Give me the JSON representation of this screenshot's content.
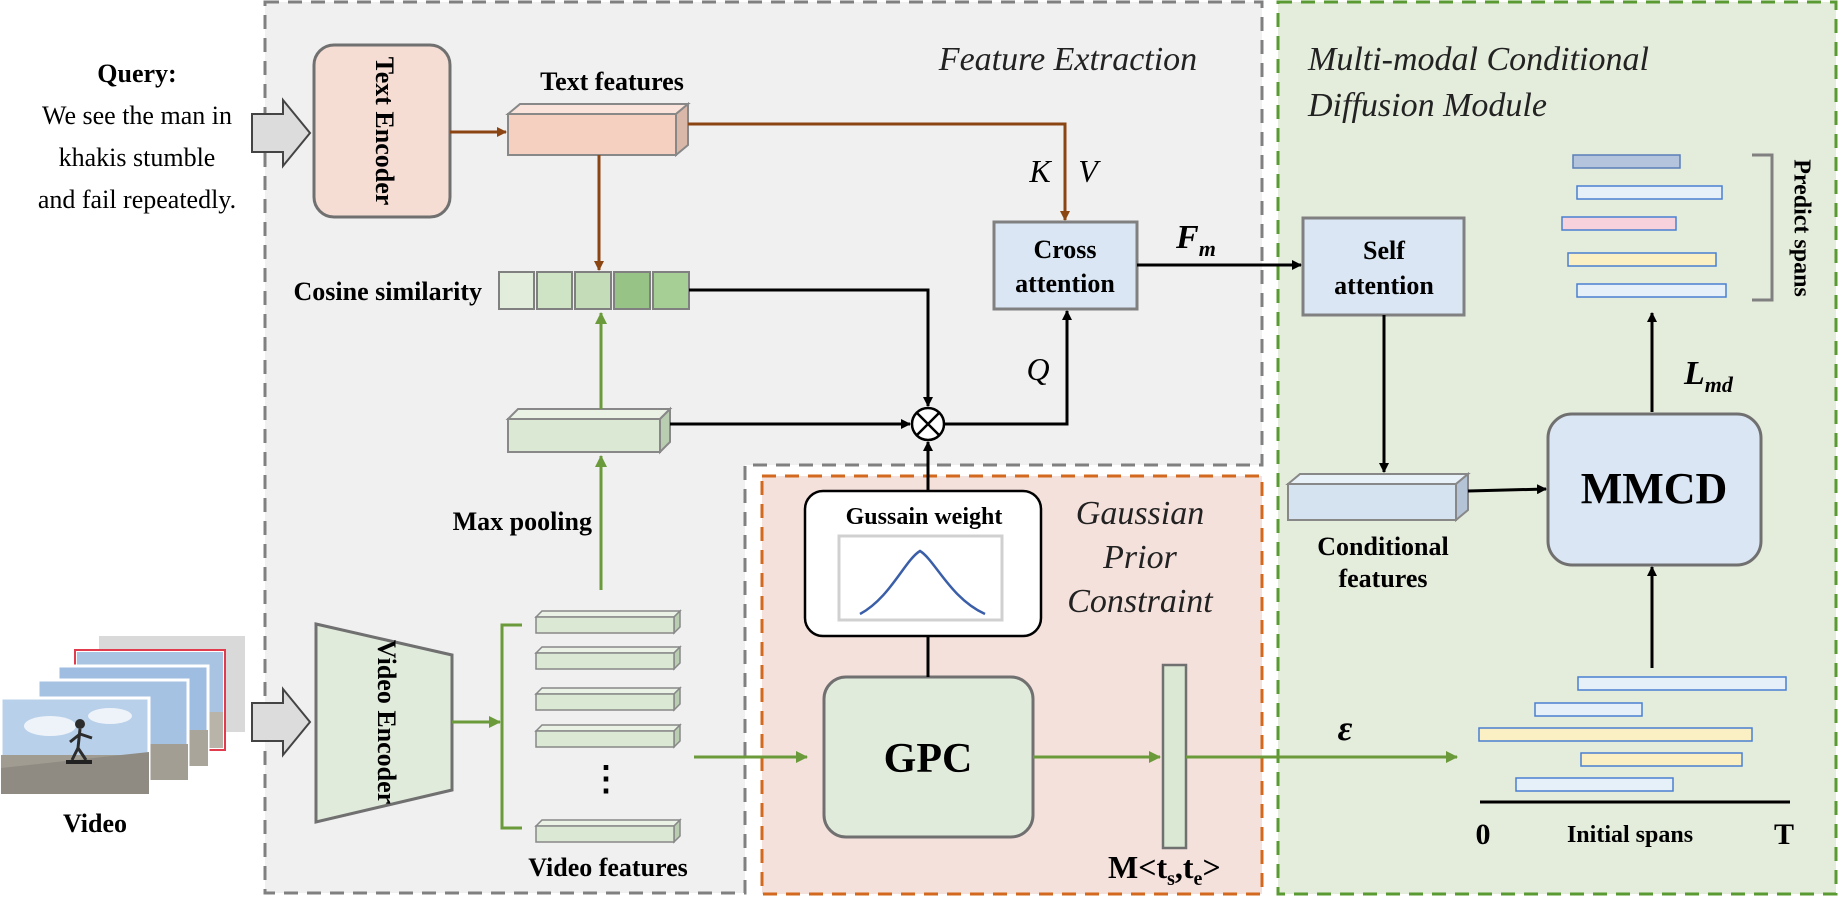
{
  "query": {
    "title": "Query:",
    "lines": [
      "We see the man in",
      "khakis stumble",
      "and fail repeatedly."
    ]
  },
  "video_label": "Video",
  "text_encoder": "Text Encoder",
  "video_encoder": "Video Encoder",
  "text_features": "Text features",
  "cosine_similarity": "Cosine similarity",
  "max_pooling": "Max pooling",
  "video_features": "Video features",
  "ellipsis": "⋮",
  "cross_attention": [
    "Cross",
    "attention"
  ],
  "self_attention": [
    "Self",
    "attention"
  ],
  "k_label": "K",
  "v_label": "V",
  "q_label": "Q",
  "fm": {
    "base": "F",
    "sub": "m"
  },
  "feature_extraction": "Feature Extraction",
  "mmcd_module": [
    "Multi-modal Conditional",
    "Diffusion Module"
  ],
  "gaussian_prior": [
    "Gaussian",
    "Prior",
    "Constraint"
  ],
  "gaussian_weight": "Gussain weight",
  "gpc": "GPC",
  "mask": {
    "base": "M<t",
    "s": "s",
    "mid": ",t",
    "e": "e",
    "end": ">"
  },
  "epsilon": "ε",
  "conditional_features": [
    "Conditional",
    "features"
  ],
  "mmcd": "MMCD",
  "lmd": {
    "base": "L",
    "sub": "md"
  },
  "predict_spans": "Predict spans",
  "initial_spans": "Initial spans",
  "axis_zero": "0",
  "axis_t": "T",
  "colors": {
    "brown_arrow": "#8b4513",
    "green_arrow": "#6a9a3a",
    "gray_dash": "#808080",
    "orange_dash": "#d2691e",
    "green_dash": "#5a9a32",
    "feature_region": "#f0f0f0",
    "gaussian_region": "#f5e1dc",
    "diffusion_region": "#e4ecdc",
    "attention_box": "#dae6f3",
    "text_encoder_box": "#f5ddd3",
    "video_box": "#e1ebdc"
  }
}
